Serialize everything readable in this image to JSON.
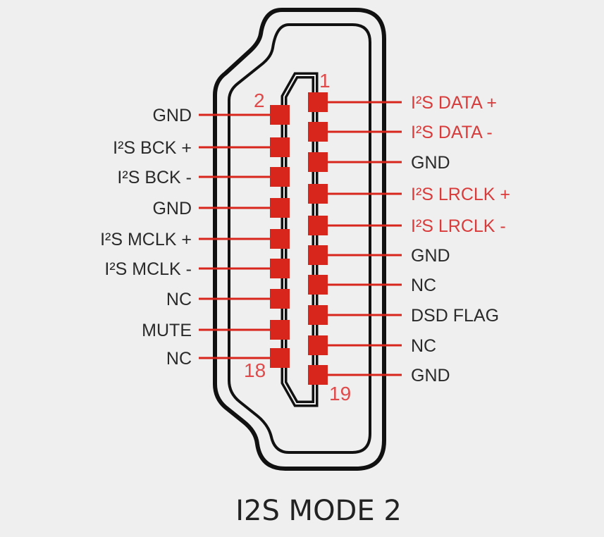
{
  "title": "I2S MODE 2",
  "pin_numbers": {
    "first_right": "1",
    "first_left": "2",
    "last_left": "18",
    "last_right": "19"
  },
  "colors": {
    "pin": "#d9261c",
    "red_label": "#d93a3a",
    "dark_label": "#2a2a2a",
    "outline": "#111111"
  },
  "left_pins": [
    {
      "label": "GND",
      "highlight": false
    },
    {
      "label": "I²S BCK +",
      "highlight": false
    },
    {
      "label": "I²S BCK -",
      "highlight": false
    },
    {
      "label": "GND",
      "highlight": false
    },
    {
      "label": "I²S MCLK +",
      "highlight": false
    },
    {
      "label": "I²S MCLK -",
      "highlight": false
    },
    {
      "label": "NC",
      "highlight": false
    },
    {
      "label": "MUTE",
      "highlight": false
    },
    {
      "label": "NC",
      "highlight": false
    }
  ],
  "right_pins": [
    {
      "label": "I²S DATA +",
      "highlight": true
    },
    {
      "label": "I²S DATA -",
      "highlight": true
    },
    {
      "label": "GND",
      "highlight": false
    },
    {
      "label": "I²S LRCLK +",
      "highlight": true
    },
    {
      "label": "I²S LRCLK -",
      "highlight": true
    },
    {
      "label": "GND",
      "highlight": false
    },
    {
      "label": "NC",
      "highlight": false
    },
    {
      "label": "DSD FLAG",
      "highlight": false
    },
    {
      "label": "NC",
      "highlight": false
    },
    {
      "label": "GND",
      "highlight": false
    }
  ]
}
